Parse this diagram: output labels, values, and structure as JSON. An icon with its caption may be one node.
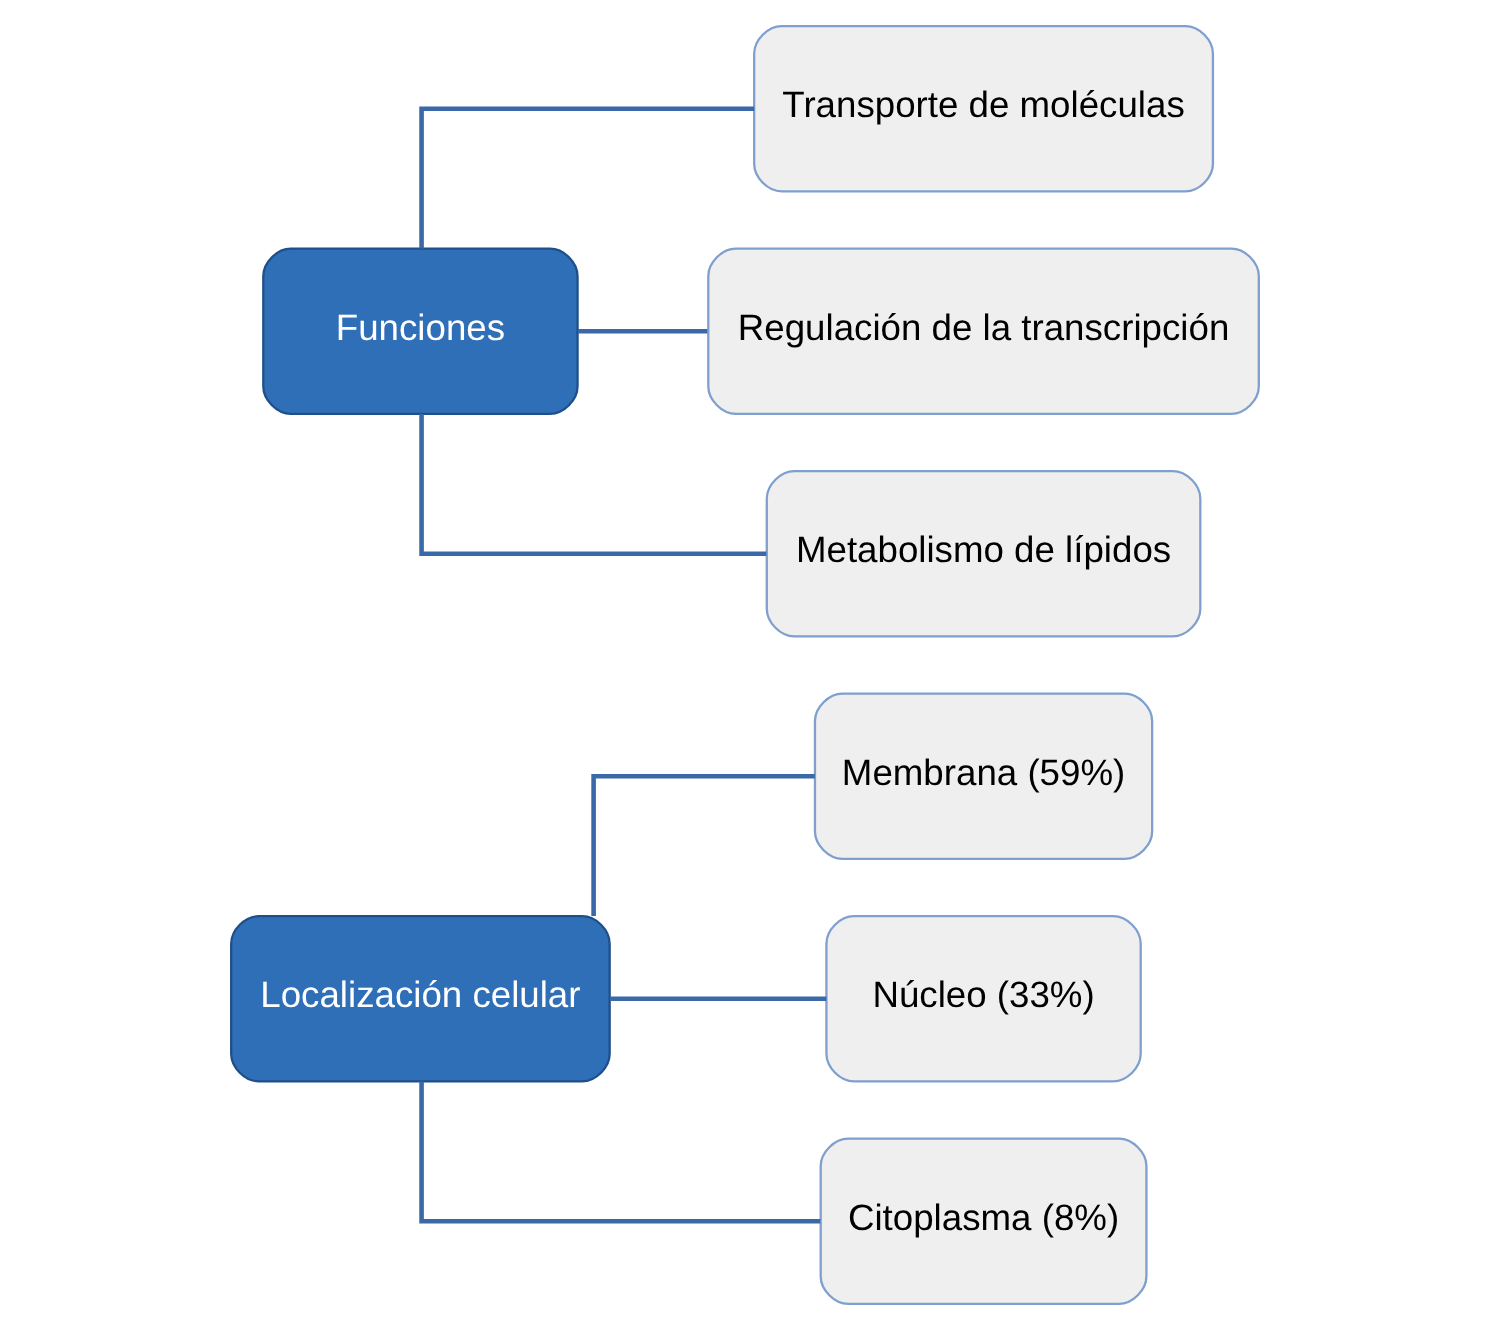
{
  "diagram": {
    "nodes": [
      {
        "text": [
          "Localización celular"
        ]
      },
      {
        "text": [
          "Membrana (59%)"
        ]
      },
      {
        "text": [
          "Núcleo (33%)"
        ]
      },
      {
        "text": [
          "Citoplasma (8%)"
        ]
      },
      {
        "text": [
          "Funciones"
        ]
      },
      {
        "text": [
          "Transporte de moléculas"
        ]
      },
      {
        "text": [
          "Regulación de la transcripción"
        ]
      },
      {
        "text": [
          "Metabolismo de lípidos"
        ]
      }
    ],
    "edges": [
      {
        "from": 0,
        "to": 1,
        "arrow": "none"
      },
      {
        "from": 0,
        "to": 2,
        "arrow": "none"
      },
      {
        "from": 0,
        "to": 3,
        "arrow": "none"
      },
      {
        "from": 4,
        "to": 5,
        "arrow": "none"
      },
      {
        "from": 4,
        "to": 6,
        "arrow": "none"
      },
      {
        "from": 4,
        "to": 7,
        "arrow": "none"
      }
    ]
  }
}
